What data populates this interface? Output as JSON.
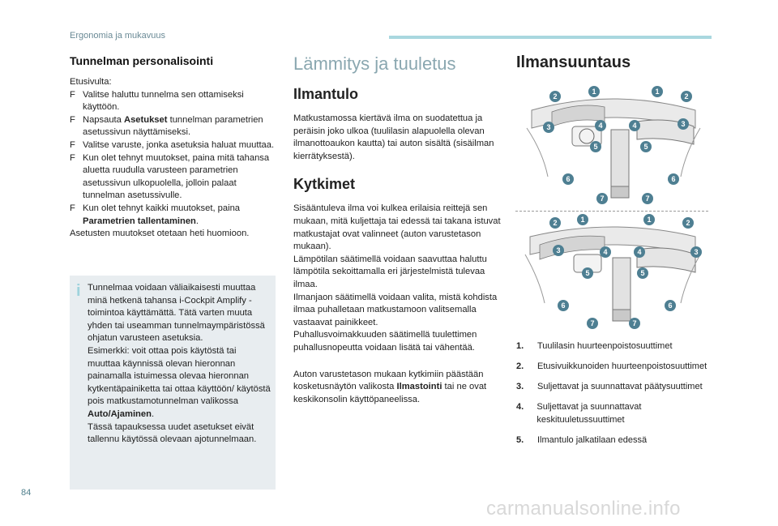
{
  "header": {
    "section": "Ergonomia ja mukavuus"
  },
  "left": {
    "title": "Tunnelman personalisointi",
    "intro": "Etusivulta:",
    "bullets": [
      {
        "text": "Valitse haluttu tunnelma sen ottamiseksi käyttöön."
      },
      {
        "pre": "Napsauta ",
        "bold": "Asetukset",
        "post": " tunnelman parametrien asetussivun näyttämiseksi."
      },
      {
        "text": "Valitse varuste, jonka asetuksia haluat muuttaa."
      },
      {
        "text": "Kun olet tehnyt muutokset, paina mitä tahansa aluetta ruudulla varusteen parametrien asetussivun ulkopuolella, jolloin palaat tunnelman asetussivulle."
      },
      {
        "pre": "Kun olet tehnyt kaikki muutokset, paina ",
        "bold": "Parametrien tallentaminen",
        "post": "."
      }
    ],
    "outro": "Asetusten muutokset otetaan heti huomioon.",
    "bullet_marker": "F",
    "info": {
      "p1": "Tunnelmaa voidaan väliaikaisesti muuttaa minä hetkenä tahansa i-Cockpit Amplify -toimintoa käyttämättä. Tätä varten muuta yhden tai useamman tunnelmaympäristössä ohjatun varusteen asetuksia.",
      "p2_pre": "Esimerkki: voit ottaa pois käytöstä tai muuttaa käynnissä olevan hieronnan painamalla istuimessa olevaa hieronnan kytkentäpainiketta tai ottaa käyttöön/ käytöstä pois matkustamotunnelman valikossa ",
      "p2_bold": "Auto/Ajaminen",
      "p2_post": ".",
      "p3": "Tässä tapauksessa uudet asetukset eivät tallennu käytössä olevaan ajotunnelmaan."
    }
  },
  "middle": {
    "title": "Lämmitys ja tuuletus",
    "sub1": "Ilmantulo",
    "p1": "Matkustamossa kiertävä ilma on suodatettua ja peräisin joko ulkoa (tuulilasin alapuolella olevan ilmanottoaukon kautta) tai auton sisältä (sisäilman kierrätyksestä).",
    "sub2": "Kytkimet",
    "p2a": "Sisääntuleva ilma voi kulkea erilaisia reittejä sen mukaan, mitä kuljettaja tai edessä tai takana istuvat matkustajat ovat valinneet (auton varustetason mukaan).",
    "p2b": "Lämpötilan säätimellä voidaan saavuttaa haluttu lämpötila sekoittamalla eri järjestelmistä tulevaa ilmaa.",
    "p2c": "Ilmanjaon säätimellä voidaan valita, mistä kohdista ilmaa puhalletaan matkustamoon valitsemalla vastaavat painikkeet.",
    "p2d": "Puhallusvoimakkuuden säätimellä tuulettimen puhallusnopeutta voidaan lisätä tai vähentää.",
    "p3_pre": "Auton varustetason mukaan kytkimiin päästään kosketusnäytön valikosta ",
    "p3_bold": "Ilmastointi",
    "p3_post": " tai ne ovat keskikonsolin käyttöpaneelissa."
  },
  "right": {
    "title": "Ilmansuuntaus",
    "legend": [
      {
        "num": "1.",
        "text": "Tuulilasin huurteenpoistosuuttimet"
      },
      {
        "num": "2.",
        "text": "Etusivuikkunoiden huurteenpoistosuuttimet"
      },
      {
        "num": "3.",
        "text": "Suljettavat ja suunnattavat päätysuuttimet"
      },
      {
        "num": "4.",
        "text": "Suljettavat ja suunnattavat keskituuletussuuttimet"
      },
      {
        "num": "5.",
        "text": "Ilmantulo jalkatilaan edessä"
      }
    ],
    "badges": [
      "1",
      "2",
      "3",
      "4",
      "5",
      "6",
      "7"
    ]
  },
  "footer": {
    "page": "84",
    "watermark": "carmanualsonline.info"
  },
  "colors": {
    "accent": "#a9d7df",
    "badge": "#4e7f92",
    "heading_light": "#8aa7b0",
    "info_bg": "#e8edf0"
  }
}
